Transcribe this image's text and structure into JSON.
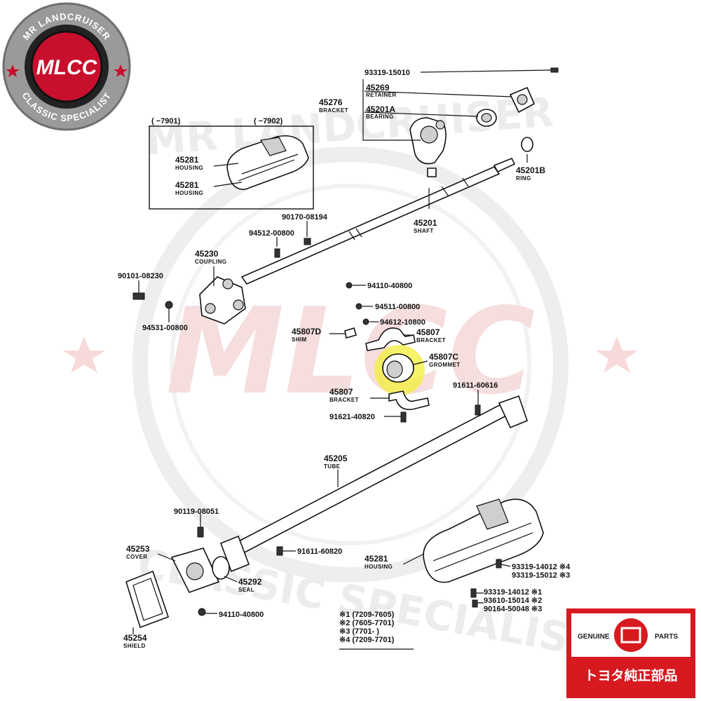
{
  "badge": {
    "top_text": "MR LANDCRUISER",
    "logo_text": "MLCC",
    "bottom_text": "CLASSIC SPECIALIST",
    "ring_color": "#8c8c8c",
    "center_color": "#c8102e"
  },
  "watermark": {
    "top_text": "MR LANDCRUISER",
    "bottom_text": "CLASSIC SPECIALIST",
    "logo_text": "MLCC"
  },
  "stamp": {
    "left_text": "GENUINE",
    "right_text": "PARTS",
    "bottom_text": "トヨタ純正部品",
    "color": "#d71920"
  },
  "inset": {
    "left_range": "(    −7901)",
    "right_range": "(    −7902)"
  },
  "labels": {
    "p93319_15010": "93319-15010",
    "p45276": "45276",
    "p45276_desc": "BRACKET",
    "p45269": "45269",
    "p45269_desc": "RETAINER",
    "p45201A": "45201A",
    "p45201A_desc": "BEARING",
    "p45201B": "45201B",
    "p45201B_desc": "RING",
    "p45281a": "45281",
    "p45281a_desc": "HOUSING",
    "p45281b": "45281",
    "p45281b_desc": "HOUSING",
    "p90170": "90170-08194",
    "p94512": "94512-00800",
    "p45201": "45201",
    "p45201_desc": "SHAFT",
    "p45230": "45230",
    "p45230_desc": "COUPLING",
    "p90101": "90101-08230",
    "p94531": "94531-00800",
    "p94110a": "94110-40800",
    "p94511": "94511-00800",
    "p94612": "94612-10800",
    "p45807D": "45807D",
    "p45807D_desc": "SHIM",
    "p45807a": "45807",
    "p45807a_desc": "BRACKET",
    "p45807C": "45807C",
    "p45807C_desc": "GROMMET",
    "p45807b": "45807",
    "p45807b_desc": "BRACKET",
    "p91611a": "91611-60616",
    "p91621": "91621-40820",
    "p45205": "45205",
    "p45205_desc": "TUBE",
    "p90119": "90119-08051",
    "p45253": "45253",
    "p45253_desc": "COVER",
    "p91611b": "91611-60820",
    "p45292": "45292",
    "p45292_desc": "SEAL",
    "p94110b": "94110-40800",
    "p45254": "45254",
    "p45254_desc": "SHIELD",
    "p45281c": "45281",
    "p45281c_desc": "HOUSING",
    "p93319_14012a": "93319-14012 ※4",
    "p93319_15012": "93319-15012 ※3",
    "p93319_14012b": "93319-14012 ※1",
    "p93610": "93610-15014 ※2",
    "p90164": "90164-50048 ※3"
  },
  "notes": [
    "※1 (7209-7605)",
    "※2 (7605-7701)",
    "※3 (7701-       )",
    "※4 (7209-7701)"
  ],
  "highlight_color": "#f3ef3a"
}
